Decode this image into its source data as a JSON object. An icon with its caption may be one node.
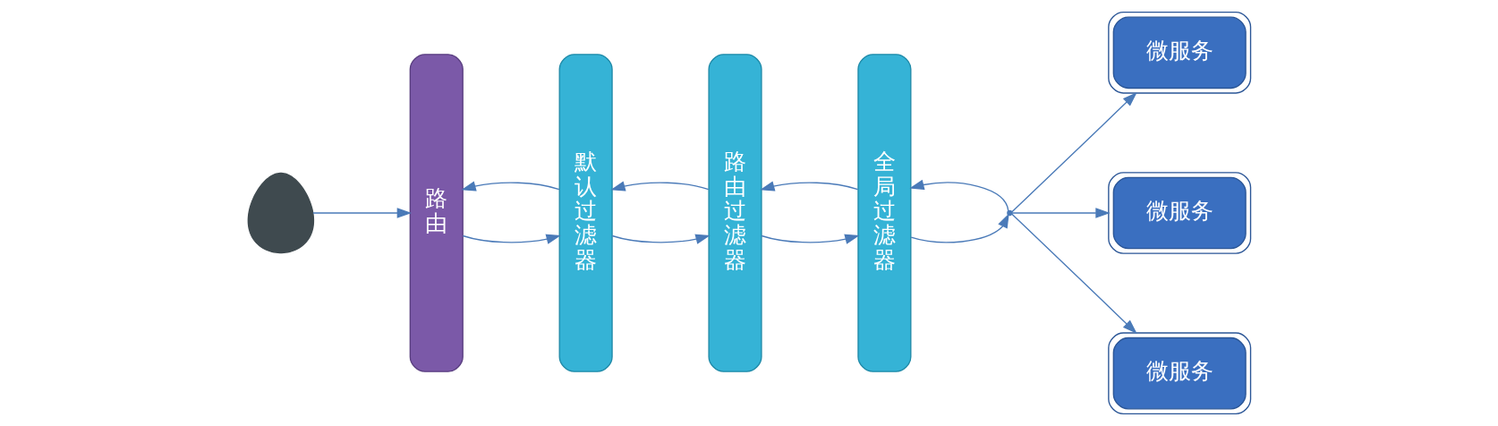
{
  "diagram": {
    "nodes": [
      {
        "text": [],
        "shape": "person"
      },
      {
        "text": [
          "路由"
        ]
      },
      {
        "text": [
          "默认过滤器"
        ]
      },
      {
        "text": [
          "路由过滤器"
        ]
      },
      {
        "text": [
          "全局过滤器"
        ]
      },
      {
        "text": [],
        "shape": "point"
      },
      {
        "text": [
          "微服务"
        ]
      },
      {
        "text": [
          "微服务"
        ]
      },
      {
        "text": [
          "微服务"
        ]
      }
    ],
    "edges": [
      {
        "from": 0,
        "to": 1,
        "arrow": "to"
      },
      {
        "from": 1,
        "to": 2,
        "arrow": "to"
      },
      {
        "from": 2,
        "to": 1,
        "arrow": "to"
      },
      {
        "from": 2,
        "to": 3,
        "arrow": "to"
      },
      {
        "from": 3,
        "to": 2,
        "arrow": "to"
      },
      {
        "from": 3,
        "to": 4,
        "arrow": "to"
      },
      {
        "from": 4,
        "to": 3,
        "arrow": "to"
      },
      {
        "from": 4,
        "to": 5,
        "arrow": "to"
      },
      {
        "from": 5,
        "to": 4,
        "arrow": "to"
      },
      {
        "from": 5,
        "to": 6,
        "arrow": "to"
      },
      {
        "from": 5,
        "to": 7,
        "arrow": "to"
      },
      {
        "from": 5,
        "to": 8,
        "arrow": "to"
      }
    ]
  }
}
